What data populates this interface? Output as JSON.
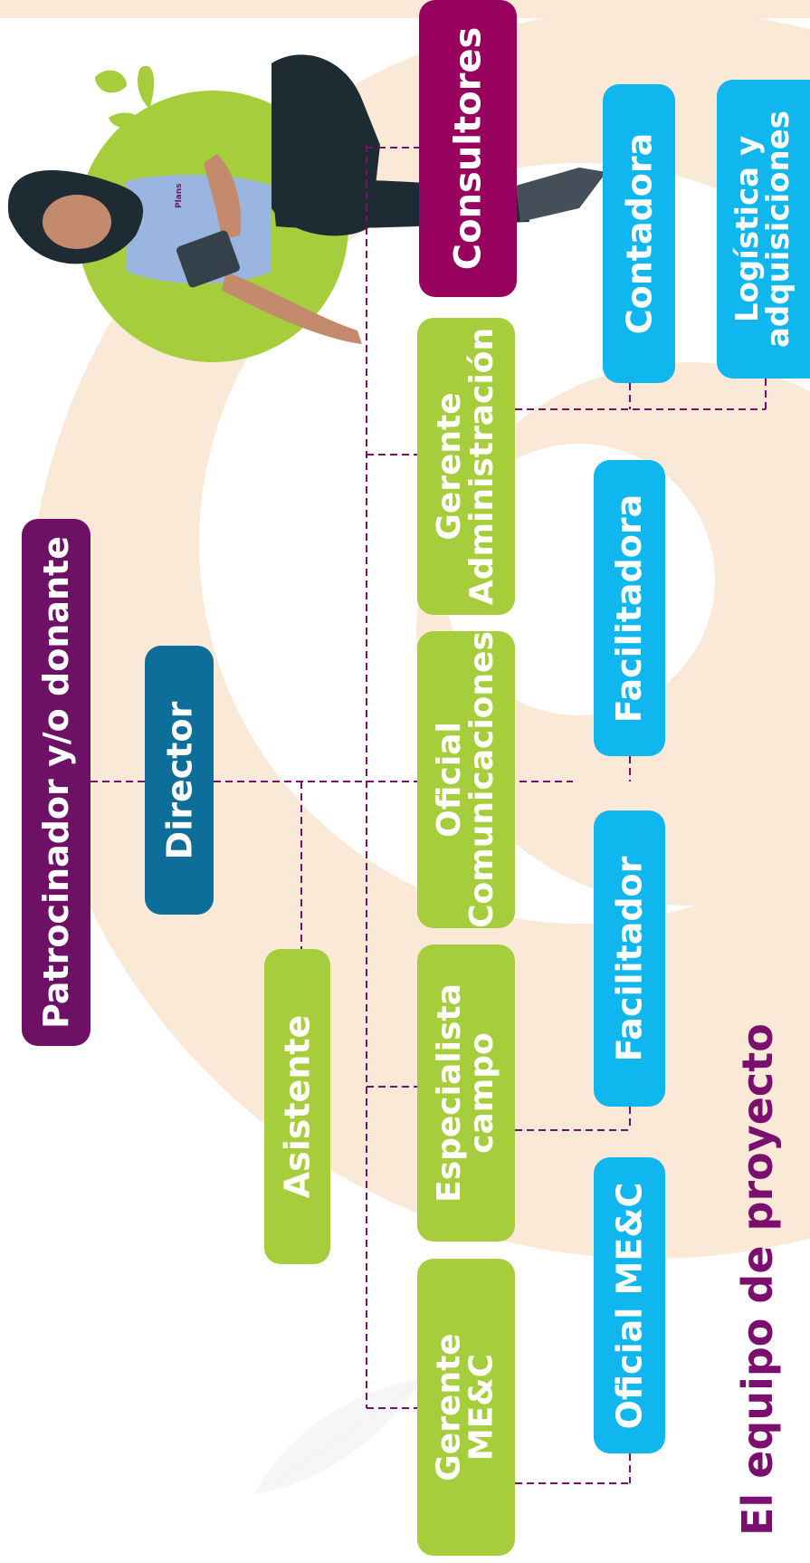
{
  "title": "El equipo de proyecto",
  "nodes": {
    "patrocinador": "Patrocinador y/o donante",
    "director": "Director",
    "asistente": "Asistente",
    "consultores": "Consultores",
    "gerente_admin": [
      "Gerente",
      "Administración"
    ],
    "oficial_com": [
      "Oficial",
      "Comunicaciones"
    ],
    "especialista": [
      "Especialista",
      "campo"
    ],
    "gerente_mec": [
      "Gerente",
      "ME&C"
    ],
    "contadora": "Contadora",
    "logistica": [
      "Logística y",
      "adquisiciones"
    ],
    "facilitadora": "Facilitadora",
    "facilitador": "Facilitador",
    "oficial_mec": "Oficial ME&C"
  },
  "colors": {
    "sponsor": "#6e1066",
    "director": "#0e6e9a",
    "green": "#a6cd3b",
    "consultores": "#98005e",
    "blue": "#10b6ee",
    "connector": "#7a0f6e",
    "swirl": "#fbe9d7",
    "title": "#7a0f6e"
  },
  "illustration": {
    "badge_text": "Plans"
  }
}
